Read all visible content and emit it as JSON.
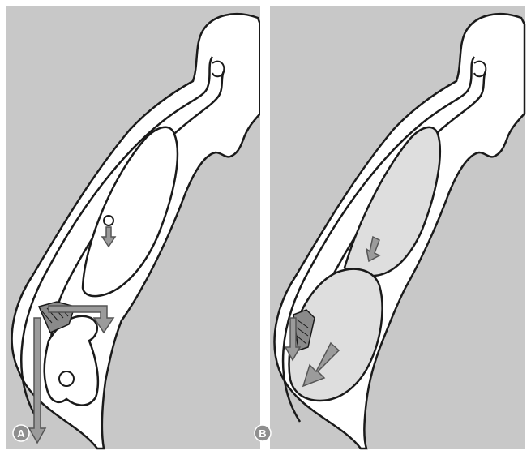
{
  "panels": [
    {
      "label": "A",
      "title": "panel-a"
    },
    {
      "label": "B",
      "title": "panel-b"
    }
  ],
  "colors": {
    "background": "#c8c8c8",
    "outline": "#1a1a1a",
    "body_fill": "#ffffff",
    "arrow_fill": "#9b9b9b",
    "arrow_stroke": "#555555",
    "organ_fill_b": "#dedede",
    "badge_fill": "#8f8f8f"
  }
}
